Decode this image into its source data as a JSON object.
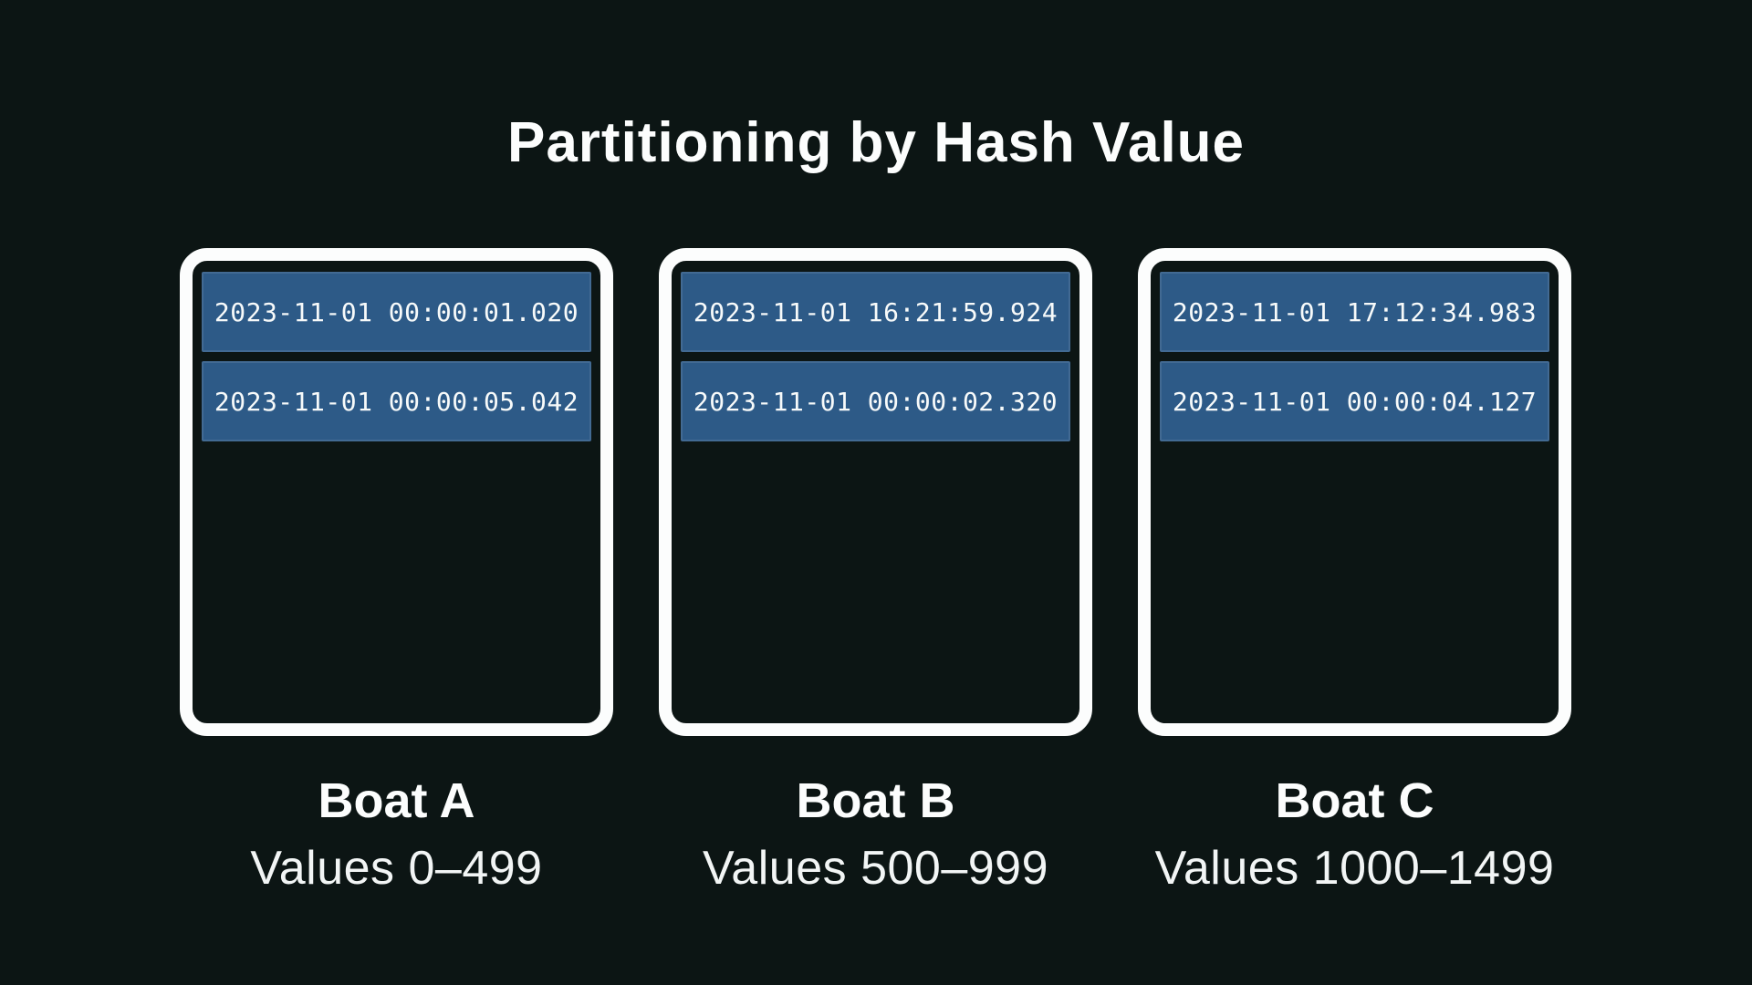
{
  "title": "Partitioning by Hash Value",
  "colors": {
    "background": "#0c1514",
    "box_border": "#fcfdfd",
    "bar_fill": "#2d5a87",
    "text": "#fcfdfd"
  },
  "partitions": [
    {
      "name": "Boat A",
      "range_label": "Values 0–499",
      "rows": [
        "2023-11-01 00:00:01.020",
        "2023-11-01 00:00:05.042"
      ]
    },
    {
      "name": "Boat B",
      "range_label": "Values 500–999",
      "rows": [
        "2023-11-01 16:21:59.924",
        "2023-11-01 00:00:02.320"
      ]
    },
    {
      "name": "Boat C",
      "range_label": "Values 1000–1499",
      "rows": [
        "2023-11-01 17:12:34.983",
        "2023-11-01 00:00:04.127"
      ]
    }
  ]
}
